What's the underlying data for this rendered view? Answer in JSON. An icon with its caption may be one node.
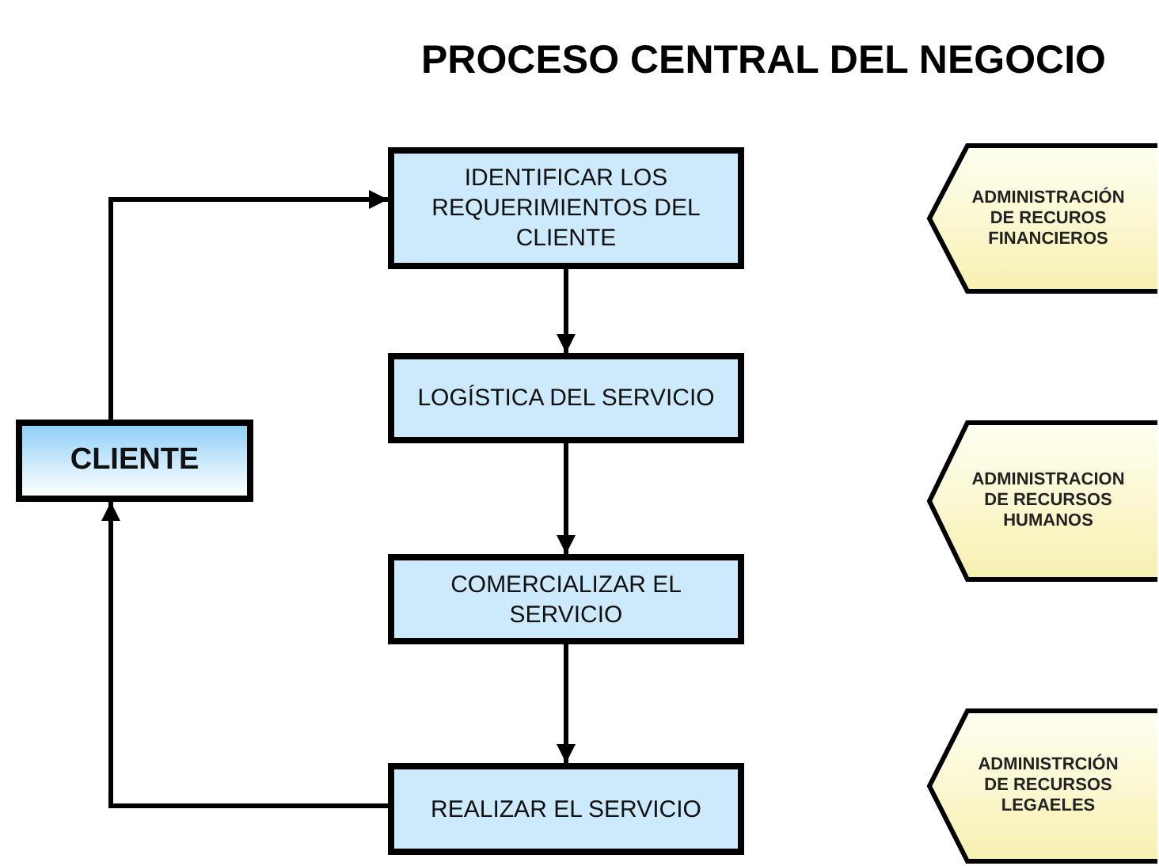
{
  "diagram": {
    "title": "PROCESO CENTRAL DEL NEGOCIO",
    "nodes": [
      {
        "text": [
          "IDENTIFICAR LOS REQUERIMIENTOS DEL CLIENTE"
        ]
      },
      {
        "text": [
          "LOGÍSTICA DEL SERVICIO"
        ]
      },
      {
        "text": [
          "COMERCIALIZAR EL SERVICIO"
        ]
      },
      {
        "text": [
          "REALIZAR EL SERVICIO"
        ]
      },
      {
        "text": [
          "CLIENTE"
        ]
      },
      {
        "text": [
          "ADMINISTRACIÓN DE RECUROS FINANCIEROS"
        ]
      },
      {
        "text": [
          "ADMINISTRACION DE RECURSOS HUMANOS"
        ]
      },
      {
        "text": [
          "ADMINISTRCIÓN DE RECURSOS LEGAELES"
        ]
      }
    ],
    "edges": [
      {
        "from": 4,
        "to": 0,
        "arrow": "to"
      },
      {
        "from": 0,
        "to": 1,
        "arrow": "to"
      },
      {
        "from": 1,
        "to": 2,
        "arrow": "to"
      },
      {
        "from": 2,
        "to": 3,
        "arrow": "to"
      },
      {
        "from": 3,
        "to": 4,
        "arrow": "to"
      }
    ]
  }
}
